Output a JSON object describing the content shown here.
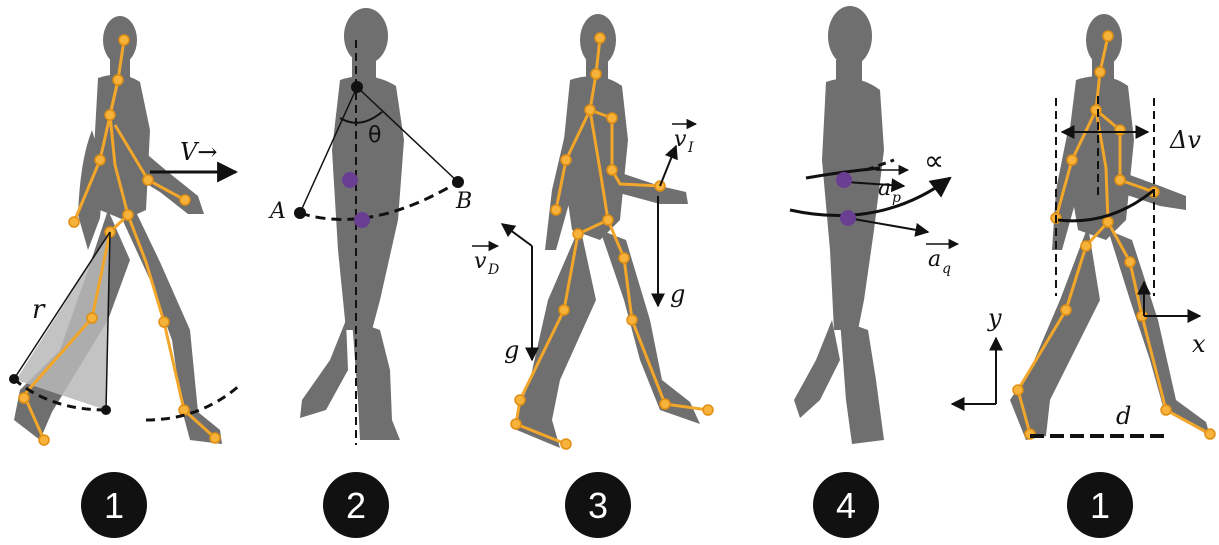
{
  "colors": {
    "body": "#6f6f6f",
    "skeleton": "#f2a62a",
    "joint_outline": "#e08f12",
    "marker": "#6a3f93",
    "ink": "#111111",
    "badge": "#111111",
    "badge_text": "#ffffff",
    "shade": "#b7b7b7"
  },
  "panels": [
    {
      "id": "p1",
      "badge": "1",
      "labels": {
        "velocity": "V→",
        "radius": "r"
      }
    },
    {
      "id": "p2",
      "badge": "2",
      "labels": {
        "angle": "θ",
        "point_a": "A",
        "point_b": "B"
      }
    },
    {
      "id": "p3",
      "badge": "3",
      "labels": {
        "vi": "v",
        "vi_sub": "I",
        "vd": "v",
        "vd_sub": "D",
        "g1": "g",
        "g2": "g"
      }
    },
    {
      "id": "p4",
      "badge": "4",
      "labels": {
        "ap": "a",
        "ap_sub": "p",
        "aq": "a",
        "aq_sub": "q",
        "alpha": "∝"
      }
    },
    {
      "id": "p5",
      "badge": "1",
      "labels": {
        "dv": "Δv",
        "y": "y",
        "x": "x",
        "d": "d"
      }
    }
  ]
}
